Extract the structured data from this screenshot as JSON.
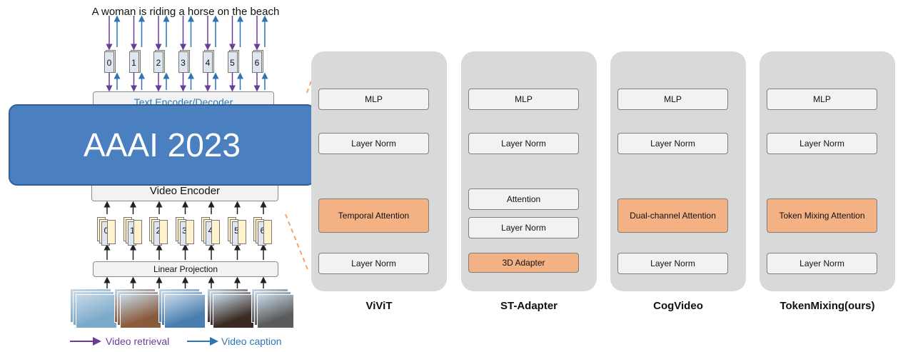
{
  "caption": "A woman is riding a horse on the beach",
  "tokens": [
    "0",
    "1",
    "2",
    "3",
    "4",
    "5",
    "6"
  ],
  "text_encoder_label": "Text Encoder/Decoder",
  "video_encoder_label": "Video Encoder",
  "linear_projection_label": "Linear Projection",
  "banner_text": "AAAI 2023",
  "legend": {
    "retrieval": "Video retrieval",
    "caption": "Video caption"
  },
  "colors": {
    "retrieval": "#6a3d9a",
    "caption": "#2e75b6",
    "orange": "#f4b183",
    "panel": "#d9d9d9",
    "banner": "#4a80bf"
  },
  "panels": [
    {
      "title": "ViViT",
      "mlp": "MLP",
      "norm_top": "Layer Norm",
      "attention": "Temporal Attention",
      "norm_bottom": "Layer Norm"
    },
    {
      "title": "ST-Adapter",
      "mlp": "MLP",
      "norm_top": "Layer Norm",
      "attention": "Attention",
      "norm_mid": "Layer Norm",
      "adapter": "3D Adapter"
    },
    {
      "title": "CogVideo",
      "mlp": "MLP",
      "norm_top": "Layer Norm",
      "attention": "Dual-channel Attention",
      "norm_bottom": "Layer Norm"
    },
    {
      "title": "TokenMixing(ours)",
      "mlp": "MLP",
      "norm_top": "Layer Norm",
      "attention": "Token Mixing Attention",
      "norm_bottom": "Layer Norm"
    }
  ]
}
